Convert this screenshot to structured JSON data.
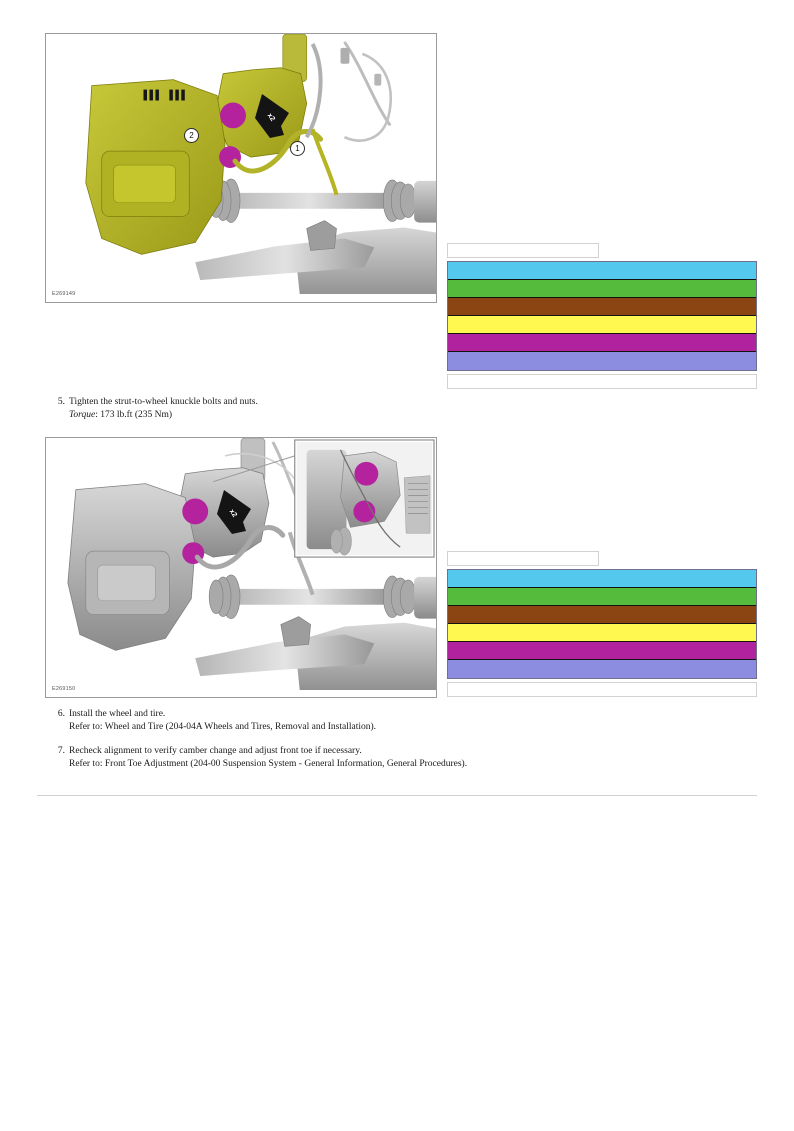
{
  "document": {
    "type": "service-manual-procedure",
    "background_color": "#ffffff"
  },
  "figures": [
    {
      "id_label": "E269149",
      "name": "front-suspension-strut-wheel-knuckle-highlighted",
      "highlight_color": "#b5b520",
      "callouts": [
        {
          "number": "1"
        },
        {
          "number": "2"
        }
      ],
      "quantity_tag": "x2",
      "fastener_color": "#b5229e",
      "has_inset": false
    },
    {
      "id_label": "E269150",
      "name": "front-suspension-strut-wheel-knuckle-installed",
      "highlight_color": "#a9a9a9",
      "callouts": [],
      "quantity_tag": "x2",
      "fastener_color": "#b5229e",
      "has_inset": true
    }
  ],
  "color_keys": [
    {
      "name": "color-key-block-1",
      "top_field_value": "",
      "bottom_field_value": "",
      "bars": [
        {
          "label": "",
          "color": "#55C8ED"
        },
        {
          "label": "",
          "color": "#55BB3C"
        },
        {
          "label": "",
          "color": "#8B4513"
        },
        {
          "label": "",
          "color": "#FFF851"
        },
        {
          "label": "",
          "color": "#B1239E"
        },
        {
          "label": "",
          "color": "#8C8CE0"
        }
      ]
    },
    {
      "name": "color-key-block-2",
      "top_field_value": "",
      "bottom_field_value": "",
      "bars": [
        {
          "label": "",
          "color": "#55C8ED"
        },
        {
          "label": "",
          "color": "#55BB3C"
        },
        {
          "label": "",
          "color": "#8B4513"
        },
        {
          "label": "",
          "color": "#FFF851"
        },
        {
          "label": "",
          "color": "#B1239E"
        },
        {
          "label": "",
          "color": "#8C8CE0"
        }
      ]
    }
  ],
  "steps_group_a": [
    {
      "number": "5.",
      "text": "Tighten the strut-to-wheel knuckle bolts and nuts.",
      "torque_label": "Torque",
      "torque_value": ": 173 lb.ft (235 Nm)"
    }
  ],
  "steps_group_b": [
    {
      "number": "6.",
      "text": "Install the wheel and tire.",
      "refer": "Refer to: Wheel and Tire (204-04A Wheels and Tires, Removal and Installation)."
    },
    {
      "number": "7.",
      "text": "Recheck alignment to verify camber change and adjust front toe if necessary.",
      "refer": "Refer to: Front Toe Adjustment (204-00 Suspension System - General Information, General Procedures)."
    }
  ]
}
